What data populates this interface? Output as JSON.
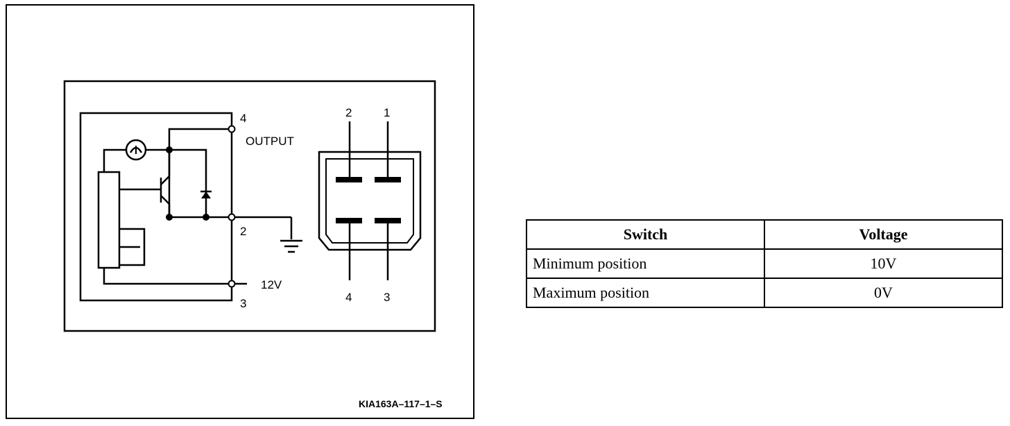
{
  "diagram": {
    "pin_4": "4",
    "pin_2": "2",
    "pin_3": "3",
    "output_label": "OUTPUT",
    "supply_label": "12V",
    "connector_pins_top": [
      "2",
      "1"
    ],
    "connector_pins_bottom": [
      "4",
      "3"
    ],
    "figure_code": "KIA163A–117–1–S"
  },
  "table": {
    "headers": [
      "Switch",
      "Voltage"
    ],
    "rows": [
      [
        "Minimum position",
        "10V"
      ],
      [
        "Maximum position",
        "0V"
      ]
    ]
  }
}
